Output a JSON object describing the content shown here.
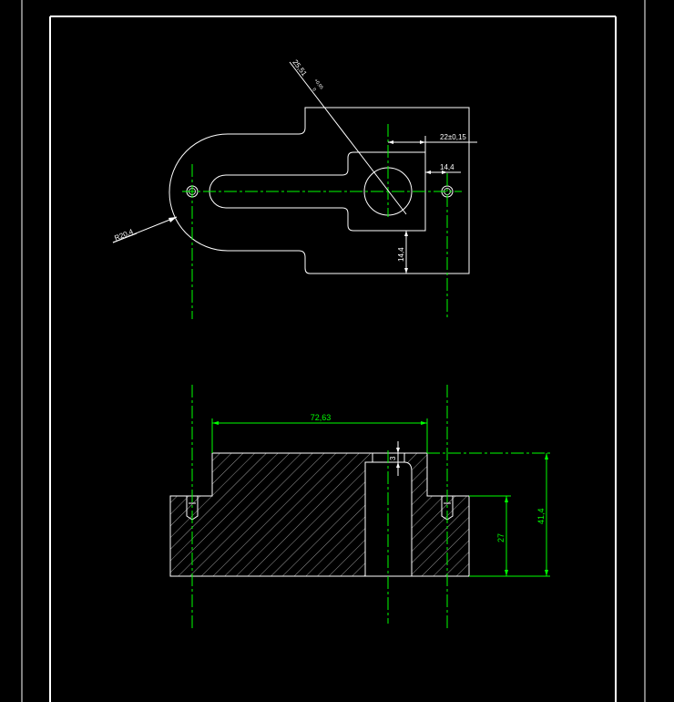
{
  "colors": {
    "background": "#000000",
    "outline": "#ffffff",
    "dimension": "#00ff00",
    "centerline": "#00ff00"
  },
  "top_view": {
    "dim_radius": "R20,4",
    "dim_diameter": "25,51",
    "dim_diameter_tolerance_upper": "+0,05",
    "dim_diameter_tolerance_lower": "0",
    "dim_width": "22±0,15",
    "dim_hole_offset": "14,4",
    "dim_vertical": "14,4"
  },
  "section_view": {
    "dim_length": "72,63",
    "dim_step": "3",
    "dim_base_height": "27",
    "dim_total_height": "41,4"
  }
}
